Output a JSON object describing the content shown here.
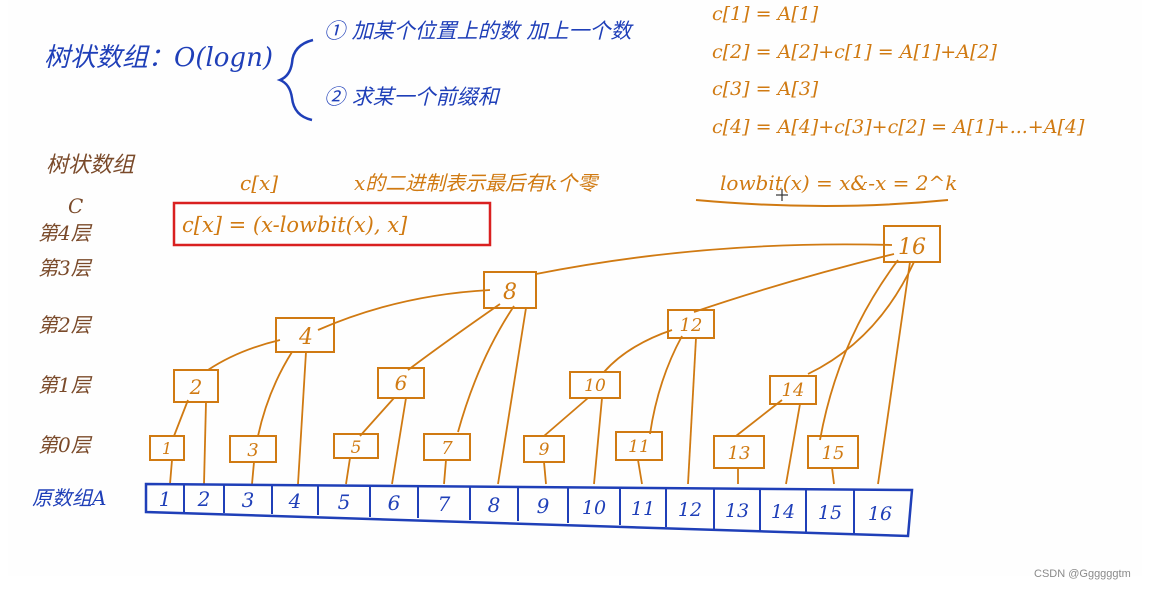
{
  "header": {
    "title": "树状数组：O(logn)",
    "op1": "① 加某个位置上的数 加上一个数",
    "op2": "② 求某一个前缀和"
  },
  "section_label": "树状数组",
  "level_note": "C",
  "cx_label": "c[x]",
  "binary_note": "x的二进制表示最后有k个零",
  "lowbit_formula": "lowbit(x) = x&-x = 2^k",
  "range_formula": "c[x] = (x-lowbit(x), x]",
  "examples": [
    "c[1] = A[1]",
    "c[2] = A[2]+c[1] = A[1]+A[2]",
    "c[3] = A[3]",
    "c[4] = A[4]+c[3]+c[2] = A[1]+...+A[4]"
  ],
  "layers": {
    "layer4": "第4层",
    "layer3": "第3层",
    "layer2": "第2层",
    "layer1": "第1层",
    "layer0": "第0层",
    "base": "原数组A"
  },
  "tree_nodes": {
    "layer4": [
      "16"
    ],
    "layer3": [
      "8"
    ],
    "layer2": [
      "4",
      "12"
    ],
    "layer1": [
      "2",
      "6",
      "10",
      "14"
    ],
    "layer0": [
      "1",
      "3",
      "5",
      "7",
      "9",
      "11",
      "13",
      "15"
    ]
  },
  "array_cells": [
    "1",
    "2",
    "3",
    "4",
    "5",
    "6",
    "7",
    "8",
    "9",
    "10",
    "11",
    "12",
    "13",
    "14",
    "15",
    "16"
  ],
  "colors": {
    "blue": "#1f3fb8",
    "orange": "#d07a12",
    "red": "#d92020",
    "dark": "#7a4a2a"
  },
  "footer": "CSDN @Ggggggtm"
}
